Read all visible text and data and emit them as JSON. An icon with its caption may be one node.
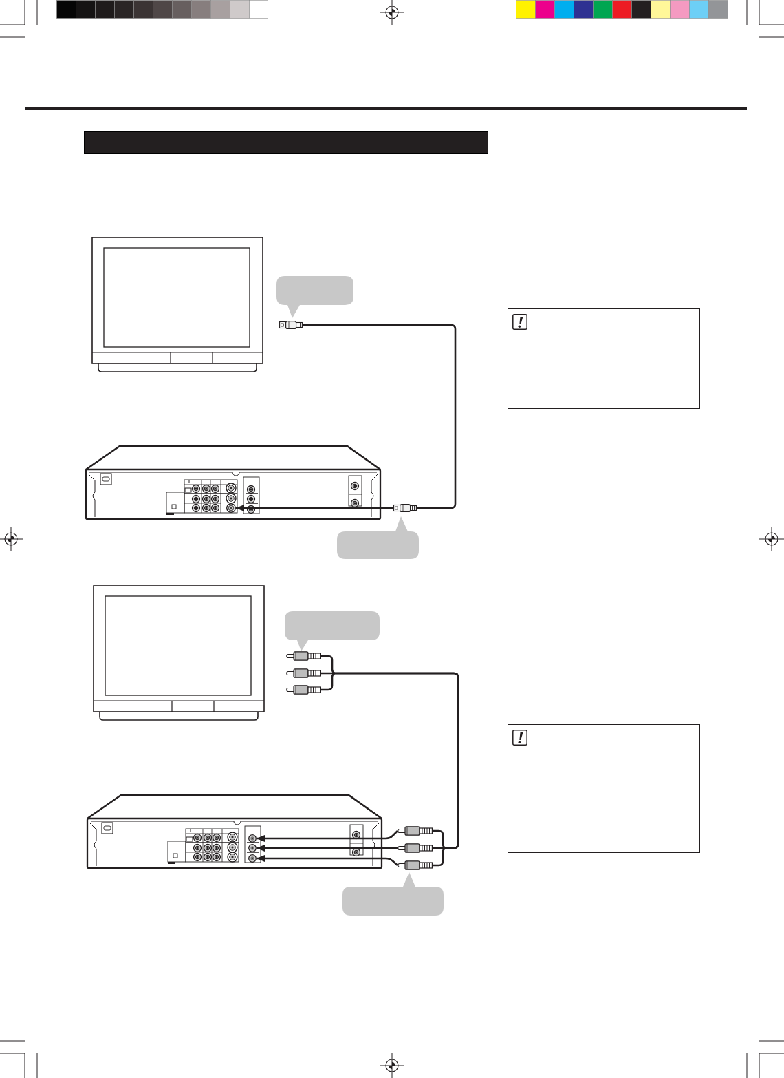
{
  "diagram": {
    "nodes": [
      {
        "text": [],
        "shape": "bar"
      },
      {
        "text": [],
        "shape": "picture"
      },
      {
        "text": [],
        "shape": "callout"
      },
      {
        "text": [],
        "shape": "picture"
      },
      {
        "text": [],
        "shape": "box"
      },
      {
        "text": [],
        "shape": "picture"
      },
      {
        "text": [],
        "shape": "circle",
        "in": 5
      },
      {
        "text": [],
        "shape": "picture"
      },
      {
        "text": [],
        "shape": "callout"
      },
      {
        "text": [],
        "shape": "picture"
      },
      {
        "text": [],
        "shape": "callout"
      },
      {
        "text": [],
        "shape": "picture"
      },
      {
        "text": [],
        "shape": "picture"
      },
      {
        "text": [],
        "shape": "picture"
      },
      {
        "text": [],
        "shape": "box"
      },
      {
        "text": [],
        "shape": "picture"
      },
      {
        "text": [],
        "shape": "circle",
        "in": 15
      },
      {
        "text": [],
        "shape": "circle",
        "in": 15
      },
      {
        "text": [],
        "shape": "circle",
        "in": 15
      },
      {
        "text": [],
        "shape": "picture"
      },
      {
        "text": [],
        "shape": "picture"
      },
      {
        "text": [],
        "shape": "picture"
      },
      {
        "text": [],
        "shape": "callout"
      }
    ],
    "edges": [
      {
        "from": 3,
        "to": 7,
        "arrow": "none"
      },
      {
        "from": 7,
        "to": 6,
        "arrow": "to"
      },
      {
        "from": 11,
        "to": 19,
        "arrow": "none"
      },
      {
        "from": 12,
        "to": 20,
        "arrow": "none"
      },
      {
        "from": 13,
        "to": 21,
        "arrow": "none"
      },
      {
        "from": 19,
        "to": 16,
        "arrow": "to"
      },
      {
        "from": 20,
        "to": 17,
        "arrow": "to"
      },
      {
        "from": 21,
        "to": 18,
        "arrow": "to"
      }
    ]
  }
}
